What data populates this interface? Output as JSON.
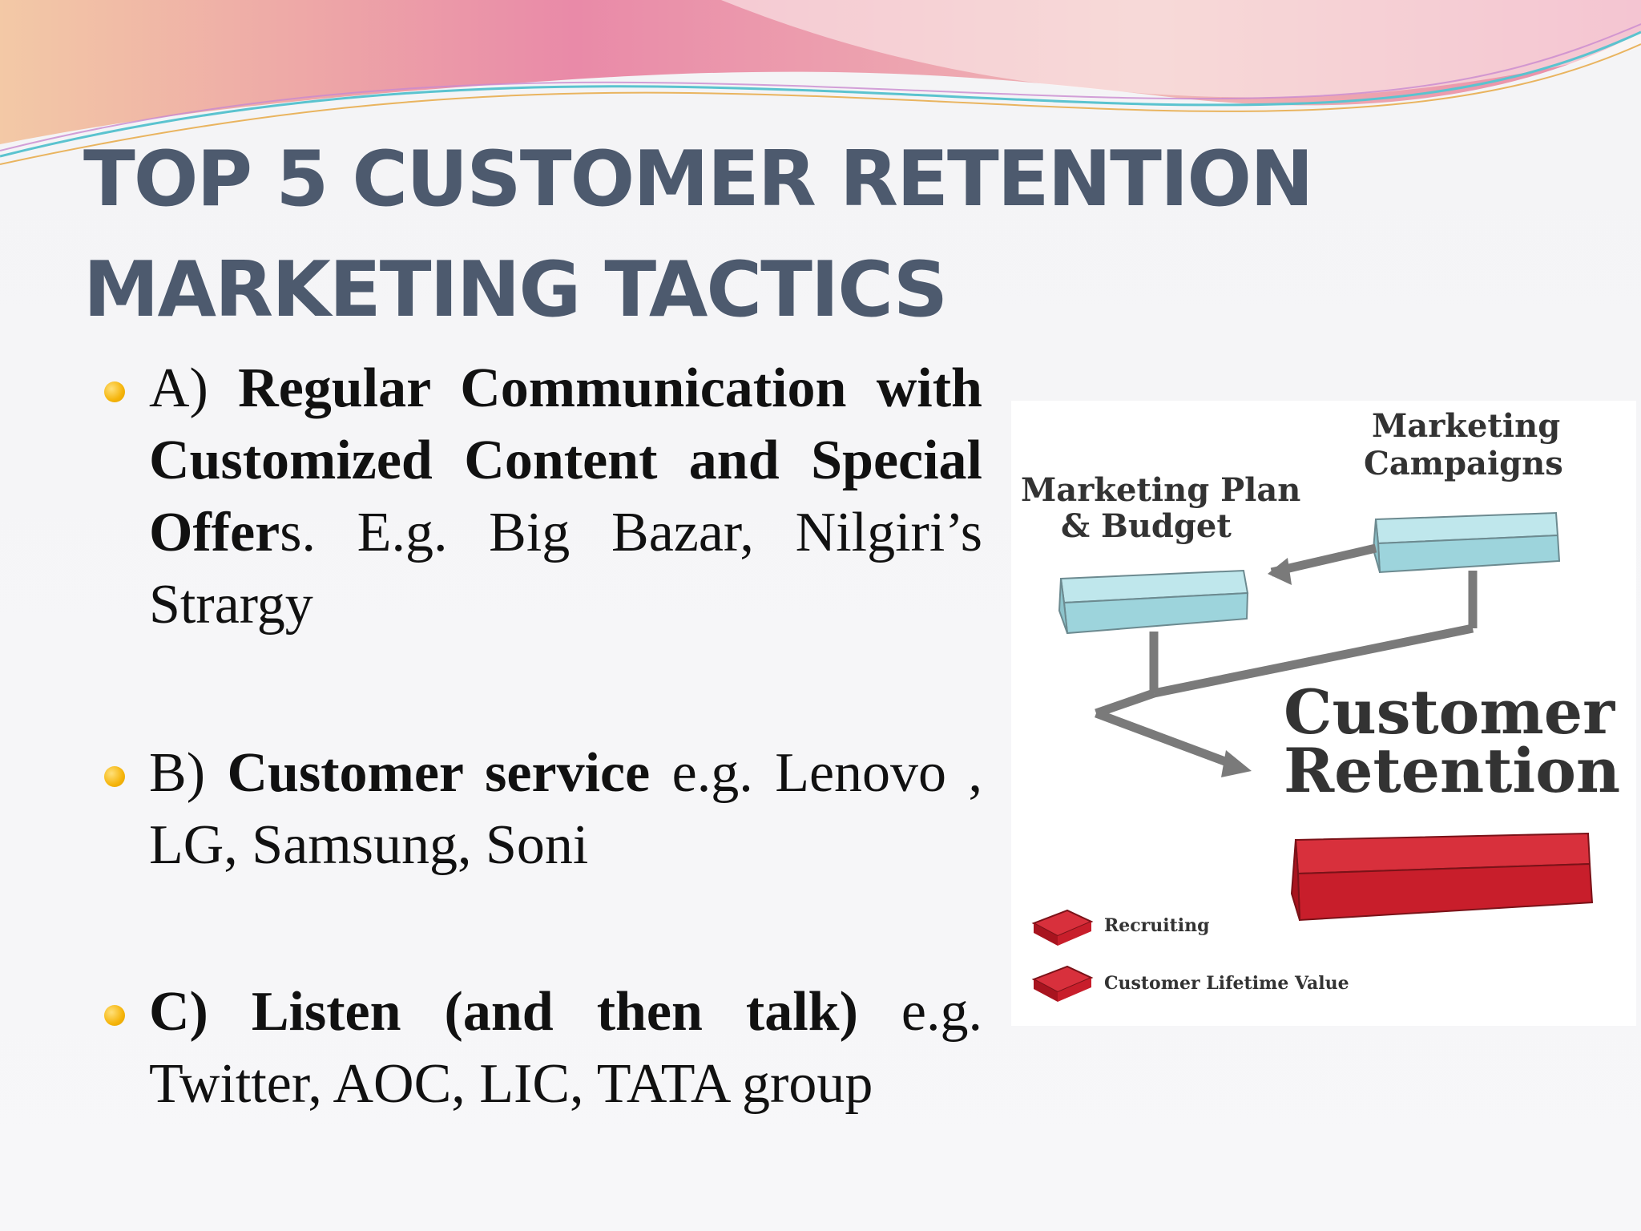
{
  "title": {
    "line1": "TOP 5 CUSTOMER RETENTION",
    "line2": "MARKETING TACTICS"
  },
  "bullets": [
    {
      "prefix": "A) ",
      "bold": "Regular Communication with Customized Content and Special Offer",
      "suffix": "s. E.g. Big Bazar, Nilgiri’s Strargy"
    },
    {
      "prefix": "B) ",
      "bold": "Customer service",
      "suffix": "  e.g. Lenovo , LG, Samsung, Soni"
    },
    {
      "prefix": "",
      "bold": "C) Listen (and then talk)",
      "suffix": " e.g. Twitter, AOC, LIC, TATA group"
    }
  ],
  "diagram": {
    "campaigns_line1": "Marketing",
    "campaigns_line2": "Campaigns",
    "plan_line1": "Marketing Plan",
    "plan_line2": "& Budget",
    "retention_line1": "Customer",
    "retention_line2": "Retention",
    "legend": [
      "Recruiting",
      "Customer Lifetime Value"
    ],
    "colors": {
      "box_blue": "#a9dbe2",
      "box_red": "#c81e2b",
      "arrow": "#7a7a7a"
    }
  },
  "colors": {
    "title": "#4d5a6e",
    "bullet_dot": "#f5b40a",
    "body_text": "#111111"
  }
}
